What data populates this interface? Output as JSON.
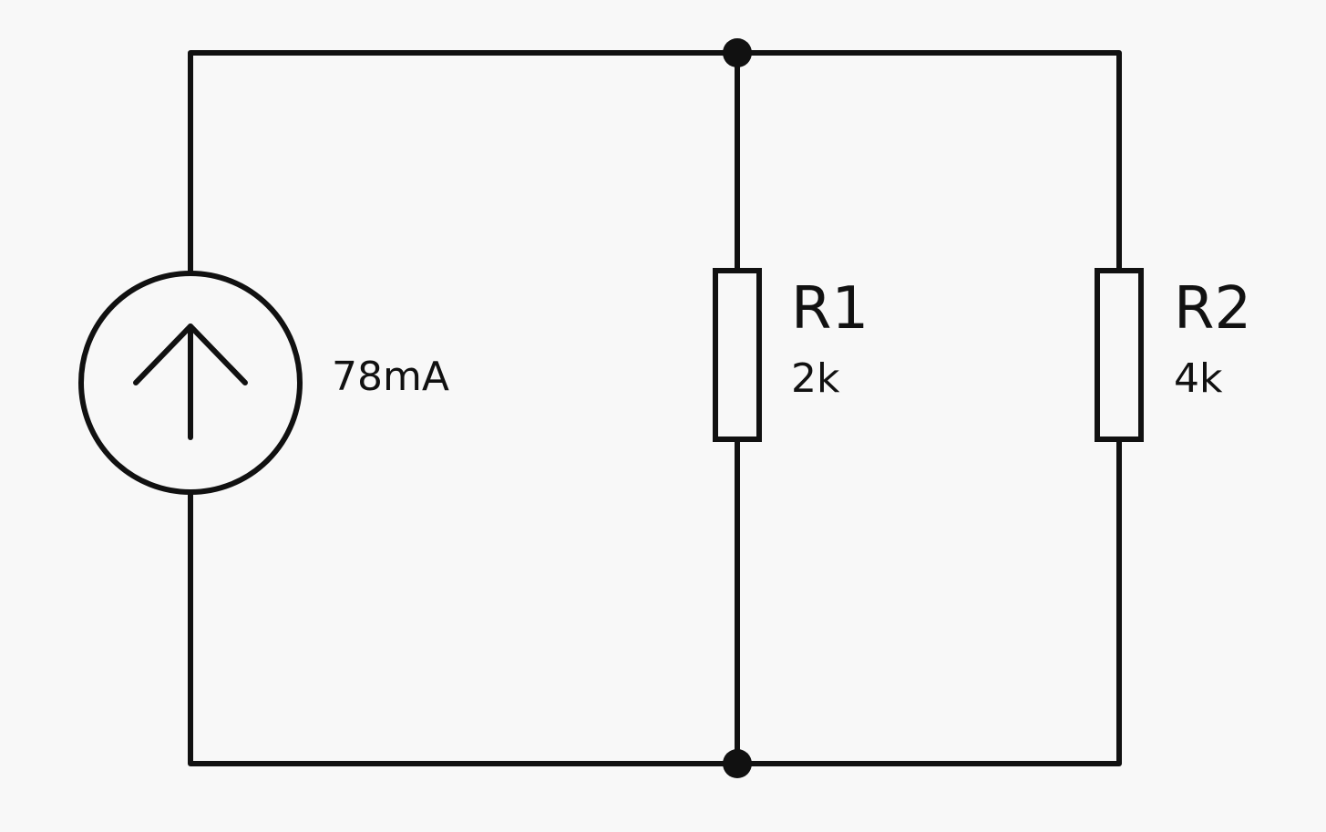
{
  "diagram": {
    "source": {
      "value": "78mA",
      "icon": "current-source-up-arrow"
    },
    "resistors": [
      {
        "ref": "R1",
        "value": "2k"
      },
      {
        "ref": "R2",
        "value": "4k"
      }
    ],
    "colors": {
      "wire": "#111111",
      "background": "#f8f8f8"
    }
  }
}
